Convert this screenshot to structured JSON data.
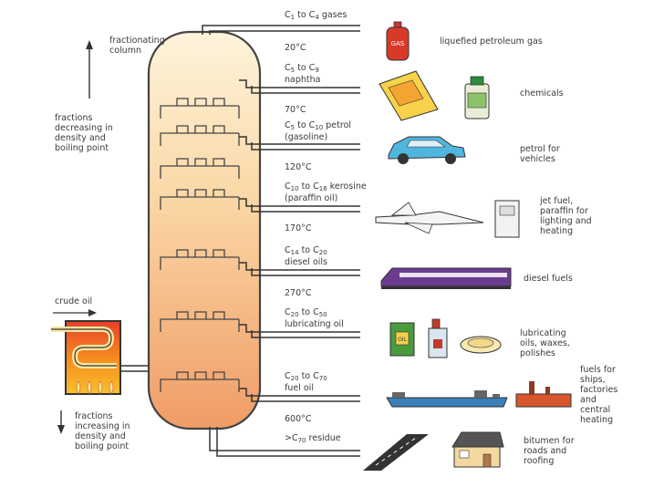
{
  "side_labels": {
    "column": [
      "fractionating",
      "column"
    ],
    "up": [
      "fractions",
      "decreasing in",
      "density and",
      "boiling point"
    ],
    "crude": "crude oil",
    "down": [
      "fractions",
      "increasing in",
      "density and",
      "boiling point"
    ]
  },
  "fractions": [
    {
      "pre": "C",
      "s1": "1",
      "mid": " to C",
      "s2": "4",
      "post": " gases",
      "line2": ""
    },
    {
      "pre": "C",
      "s1": "5",
      "mid": " to C",
      "s2": "9",
      "post": "",
      "line2": "naphtha"
    },
    {
      "pre": "C",
      "s1": "5",
      "mid": " to C",
      "s2": "10",
      "post": " petrol",
      "line2": "(gasoline)"
    },
    {
      "pre": "C",
      "s1": "10",
      "mid": " to C",
      "s2": "16",
      "post": " kerosine",
      "line2": "(paraffin oil)"
    },
    {
      "pre": "C",
      "s1": "14",
      "mid": " to C",
      "s2": "20",
      "post": "",
      "line2": "diesel oils"
    },
    {
      "pre": "C",
      "s1": "20",
      "mid": " to C",
      "s2": "50",
      "post": "",
      "line2": "lubricating oil"
    },
    {
      "pre": "C",
      "s1": "20",
      "mid": " to C",
      "s2": "70",
      "post": "",
      "line2": "fuel oil"
    },
    {
      "pre": ">C",
      "s1": "70",
      "mid": " residue",
      "s2": "",
      "post": "",
      "line2": ""
    }
  ],
  "temperatures": [
    "20°C",
    "70°C",
    "120°C",
    "170°C",
    "270°C",
    "600°C"
  ],
  "uses": [
    [
      "liquefied petroleum gas"
    ],
    [
      "chemicals"
    ],
    [
      "petrol for",
      "vehicles"
    ],
    [
      "jet fuel,",
      "paraffin for",
      "lighting and",
      "heating"
    ],
    [
      "diesel fuels"
    ],
    [
      "lubricating",
      "oils, waxes,",
      "polishes"
    ],
    [
      "fuels for",
      "ships,",
      "factories",
      "and",
      "central",
      "heating"
    ],
    [
      "bitumen for",
      "roads and",
      "roofing"
    ]
  ],
  "icons": {
    "gas_bottle_label": "GAS",
    "oil_can_label": "OIL",
    "colors": {
      "column_top": "#fdf1d8",
      "column_bottom": "#f0a06a",
      "furnace": "#f07a22",
      "car": "#4fb6de",
      "train": "#6a3b8e",
      "ship": "#3a7fb5",
      "factory": "#d8572e"
    }
  }
}
